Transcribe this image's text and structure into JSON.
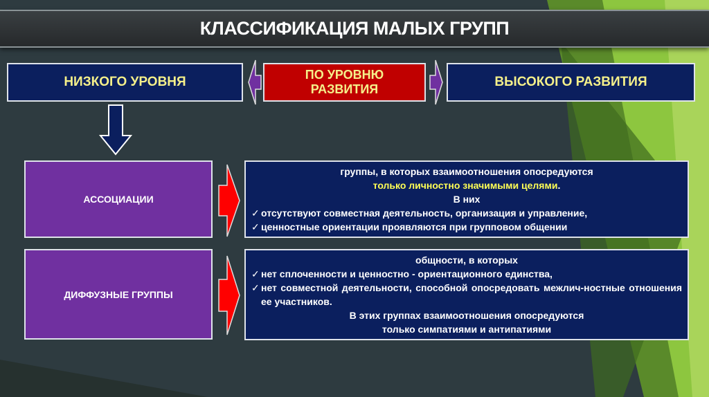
{
  "title": "КЛАССИФИКАЦИЯ МАЛЫХ ГРУПП",
  "top": {
    "left": "НИЗКОГО УРОВНЯ",
    "center": [
      "ПО УРОВНЮ",
      "РАЗВИТИЯ"
    ],
    "right": "ВЫСОКОГО РАЗВИТИЯ"
  },
  "rows": [
    {
      "label": "АССОЦИАЦИИ",
      "lines": {
        "l1": "группы, в которых взаимоотношения опосредуются",
        "l2": "только личностно значимыми целями",
        "l2_end": ".",
        "l3": "В них",
        "b1": "отсутствуют совместная деятельность, организация и управление,",
        "b2": "ценностные ориентации проявляются при групповом общении"
      }
    },
    {
      "label": "ДИФФУЗНЫЕ ГРУППЫ",
      "lines": {
        "l1": "общности, в которых",
        "b1": "нет сплоченности и ценностно - ориентационного единства,",
        "b2": "нет совместной деятельности, способной опосредовать межлич-ностные отношения ее участников.",
        "l3": "В этих группах взаимоотношения опосредуются",
        "l4": "только симпатиями и антипатиями"
      }
    }
  ],
  "colors": {
    "navy": "#0b1f5e",
    "red": "#c00000",
    "purple": "#7030a0",
    "green": "#8dc63f"
  }
}
